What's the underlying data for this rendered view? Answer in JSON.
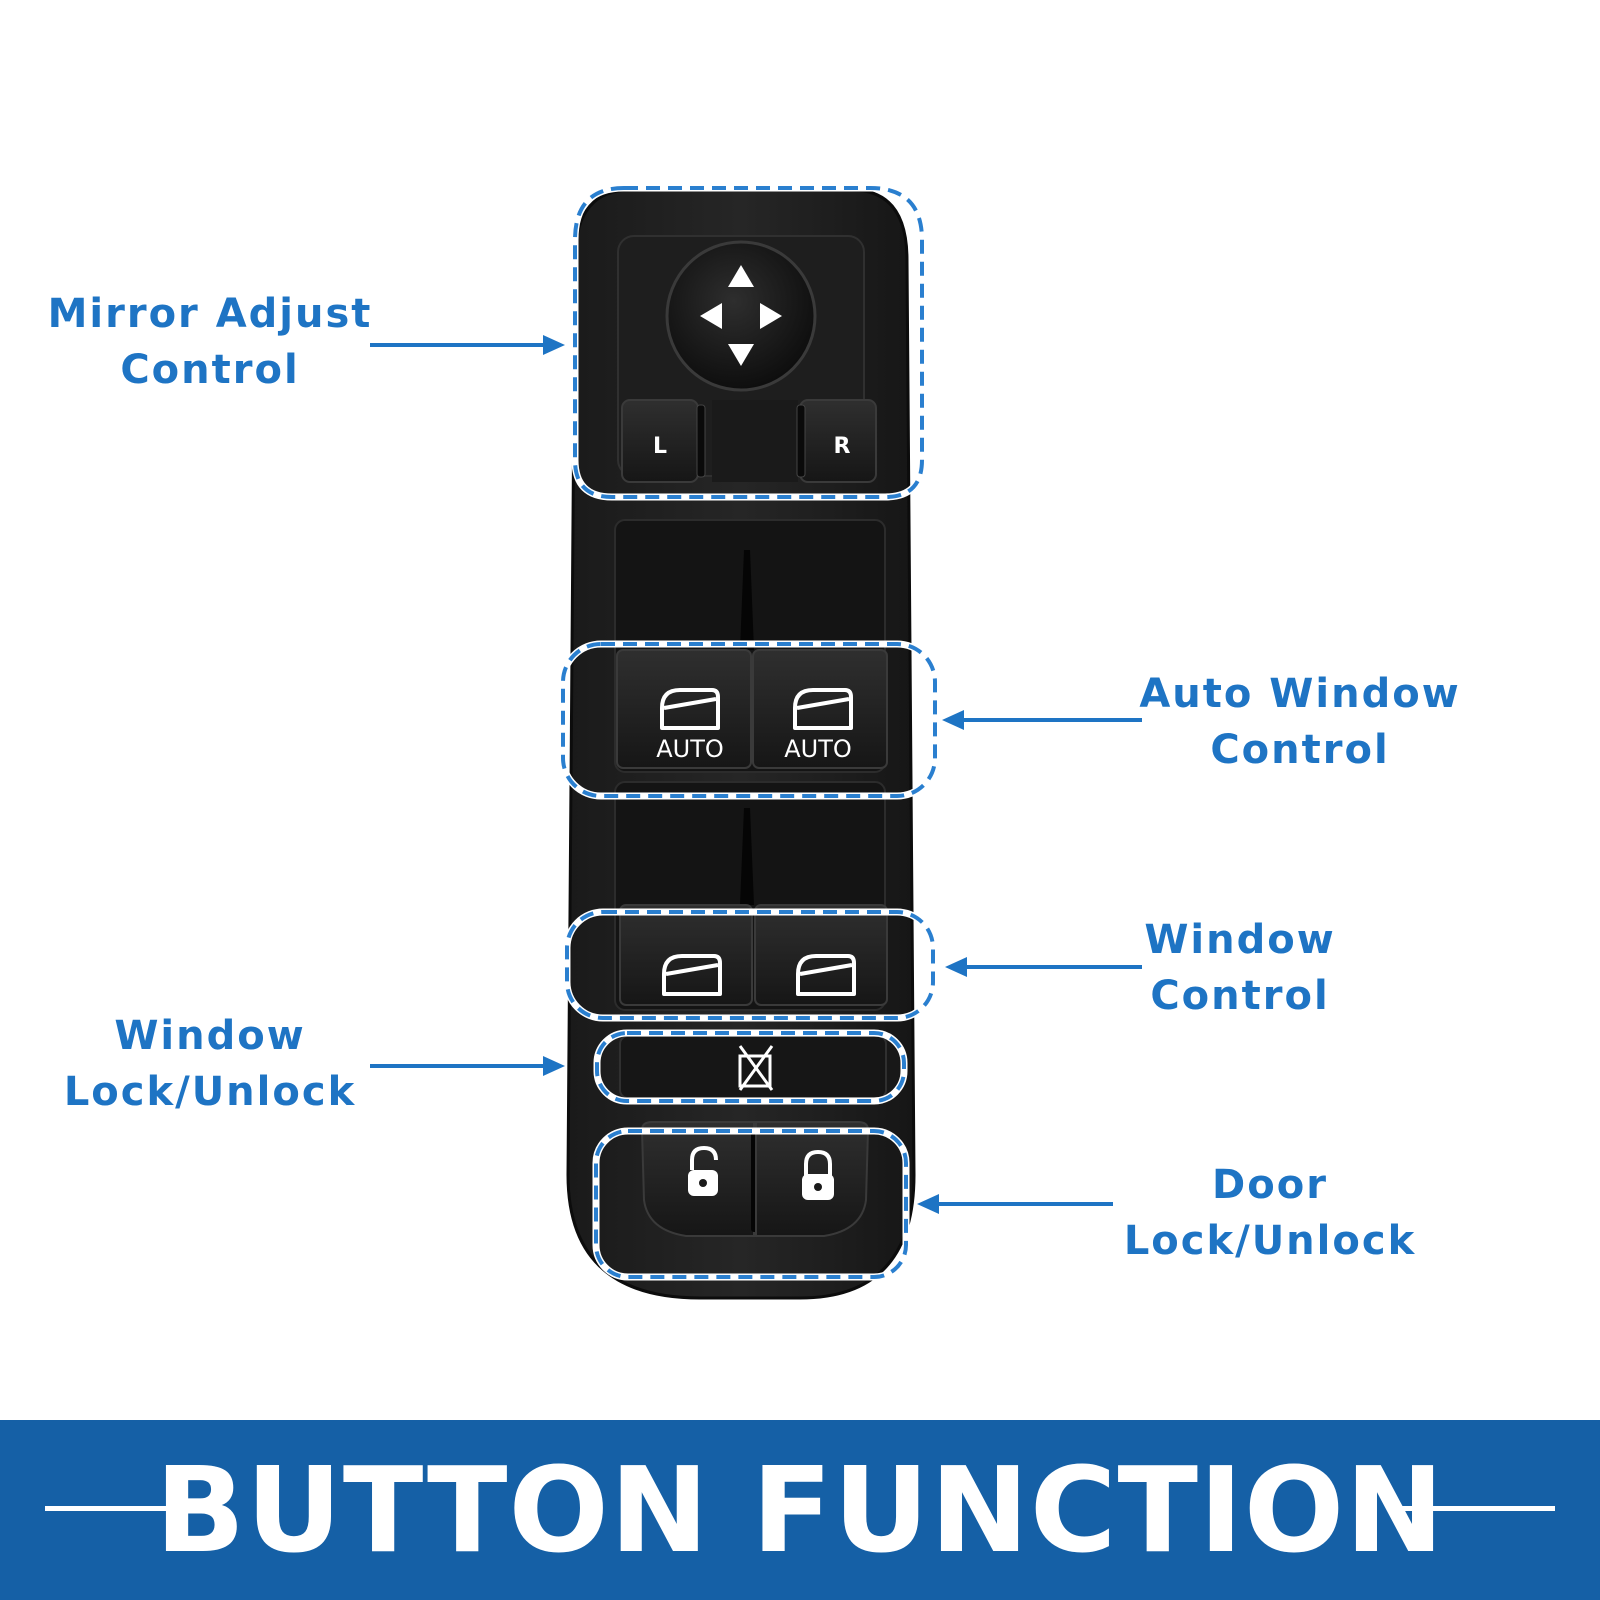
{
  "callouts": {
    "mirror_adjust": [
      "Mirror Adjust",
      "Control"
    ],
    "auto_window": [
      "Auto Window",
      "Control"
    ],
    "window_control": [
      "Window",
      "Control"
    ],
    "window_lock": [
      "Window",
      "Lock/Unlock"
    ],
    "door_lock": [
      "Door",
      "Lock/Unlock"
    ]
  },
  "switch": {
    "mirror_left_label": "L",
    "mirror_right_label": "R",
    "auto_label_left": "AUTO",
    "auto_label_right": "AUTO"
  },
  "banner": {
    "title": "BUTTON FUNCTION"
  },
  "colors": {
    "accent": "#1e74c4",
    "banner": "#1560a6",
    "switch_body": "#1c1c1c"
  }
}
